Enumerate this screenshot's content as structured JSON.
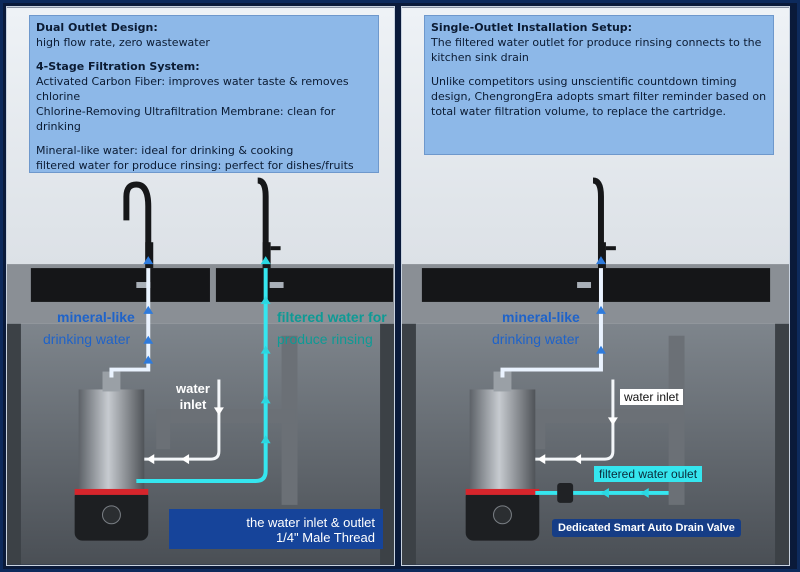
{
  "left_panel": {
    "info": {
      "title": "Dual Outlet Design:",
      "subtitle": "high flow rate, zero wastewater",
      "filtration_title": "4-Stage Filtration System:",
      "filtration_line1": "Activated Carbon Fiber: improves water taste & removes chlorine",
      "filtration_line2": "Chlorine-Removing Ultrafiltration Membrane: clean for drinking",
      "water_line1": "Mineral-like water: ideal for drinking & cooking",
      "water_line2": "filtered water for produce rinsing: perfect for dishes/fruits"
    },
    "labels": {
      "mineral_like": "mineral-like",
      "drinking_water": "drinking water",
      "filtered_water_for": "filtered water for",
      "produce_rinsing": "produce rinsing",
      "water": "water",
      "inlet": "inlet"
    },
    "thread_box": {
      "line1": "the water inlet & outlet",
      "line2": "1/4\" Male Thread"
    }
  },
  "right_panel": {
    "info": {
      "title": "Single-Outlet Installation Setup:",
      "line1": "The filtered water outlet for produce rinsing connects to the kitchen sink drain",
      "line2": "Unlike competitors using unscientific countdown timing design, ChengrongEra adopts smart filter reminder based on total water filtration volume, to replace the cartridge."
    },
    "labels": {
      "mineral_like": "mineral-like",
      "drinking_water": "drinking water",
      "water_inlet": "water inlet",
      "filtered_water_outlet": "filtered water oulet",
      "drain_valve": "Dedicated Smart Auto Drain Valve"
    }
  },
  "colors": {
    "info_bg": "#8db8e8",
    "drinking_blue": "#1f63c9",
    "rinse_teal": "#0e9a95",
    "flow_cyan": "#35e6ef",
    "navy": "#163d86"
  }
}
